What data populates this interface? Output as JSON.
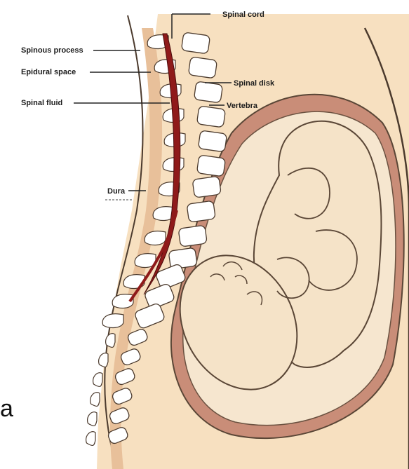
{
  "labels": {
    "spinal_cord": "Spinal cord",
    "spinous_process": "Spinous process",
    "epidural_space": "Epidural space",
    "spinal_fluid": "Spinal fluid",
    "spinal_disk": "Spinal disk",
    "vertebra": "Vertebra",
    "dura": "Dura"
  },
  "fragment_text": "a",
  "colors": {
    "skin": "#f7e0c0",
    "body_outline": "#5a4636",
    "uterus_wall": "#c98d78",
    "fetus": "#f5e3c8",
    "spinal_cord": "#8f1a1a",
    "bone": "#ffffff",
    "epidural": "#e8c09a"
  }
}
